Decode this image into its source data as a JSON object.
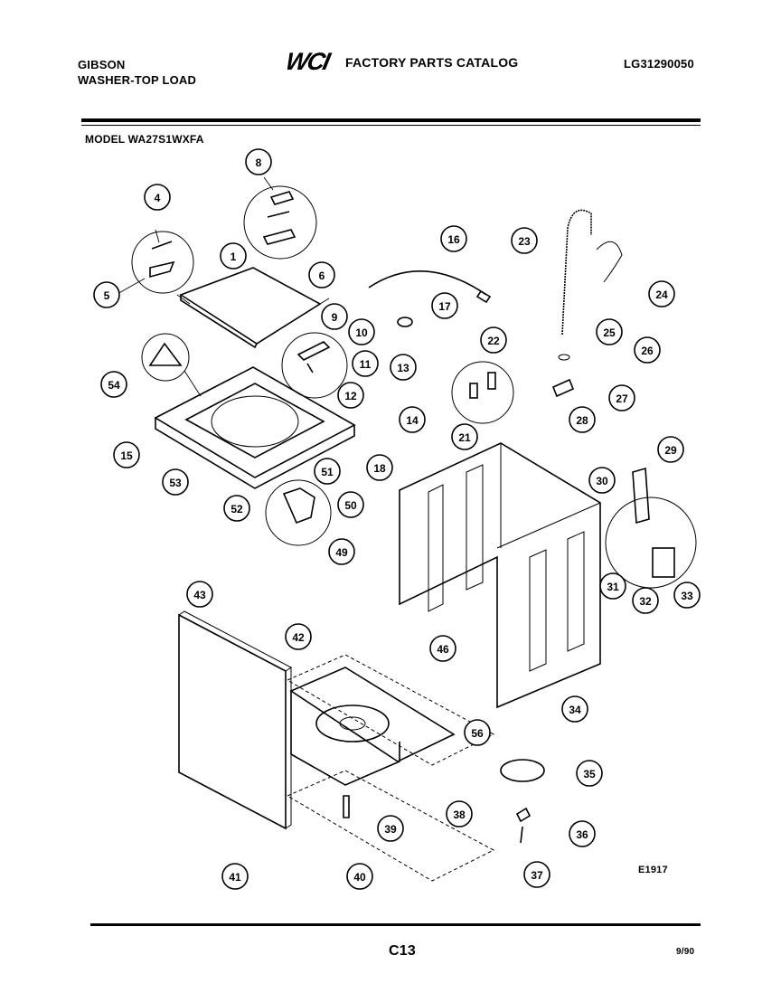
{
  "header": {
    "brand_line1": "GIBSON",
    "brand_line2": "WASHER-TOP LOAD",
    "logo": "WCI",
    "catalog_title": "FACTORY PARTS CATALOG",
    "catalog_number": "LG31290050",
    "model": "MODEL WA27S1WXFA"
  },
  "footer": {
    "page": "C13",
    "date": "9/90",
    "figure_id": "E1917"
  },
  "callouts": [
    {
      "id": "c1",
      "label": "1"
    },
    {
      "id": "c4",
      "label": "4"
    },
    {
      "id": "c5",
      "label": "5"
    },
    {
      "id": "c6",
      "label": "6"
    },
    {
      "id": "c8",
      "label": "8"
    },
    {
      "id": "c9",
      "label": "9"
    },
    {
      "id": "c10",
      "label": "10"
    },
    {
      "id": "c11",
      "label": "11"
    },
    {
      "id": "c12",
      "label": "12"
    },
    {
      "id": "c13",
      "label": "13"
    },
    {
      "id": "c14",
      "label": "14"
    },
    {
      "id": "c15",
      "label": "15"
    },
    {
      "id": "c16",
      "label": "16"
    },
    {
      "id": "c17",
      "label": "17"
    },
    {
      "id": "c18",
      "label": "18"
    },
    {
      "id": "c21",
      "label": "21"
    },
    {
      "id": "c22",
      "label": "22"
    },
    {
      "id": "c23",
      "label": "23"
    },
    {
      "id": "c24",
      "label": "24"
    },
    {
      "id": "c25",
      "label": "25"
    },
    {
      "id": "c26",
      "label": "26"
    },
    {
      "id": "c27",
      "label": "27"
    },
    {
      "id": "c28",
      "label": "28"
    },
    {
      "id": "c29",
      "label": "29"
    },
    {
      "id": "c30",
      "label": "30"
    },
    {
      "id": "c31",
      "label": "31"
    },
    {
      "id": "c32",
      "label": "32"
    },
    {
      "id": "c33",
      "label": "33"
    },
    {
      "id": "c34",
      "label": "34"
    },
    {
      "id": "c35",
      "label": "35"
    },
    {
      "id": "c36",
      "label": "36"
    },
    {
      "id": "c37",
      "label": "37"
    },
    {
      "id": "c38",
      "label": "38"
    },
    {
      "id": "c39",
      "label": "39"
    },
    {
      "id": "c40",
      "label": "40"
    },
    {
      "id": "c41",
      "label": "41"
    },
    {
      "id": "c42",
      "label": "42"
    },
    {
      "id": "c43",
      "label": "43"
    },
    {
      "id": "c46",
      "label": "46"
    },
    {
      "id": "c49",
      "label": "49"
    },
    {
      "id": "c50",
      "label": "50"
    },
    {
      "id": "c51",
      "label": "51"
    },
    {
      "id": "c52",
      "label": "52"
    },
    {
      "id": "c53",
      "label": "53"
    },
    {
      "id": "c54",
      "label": "54"
    },
    {
      "id": "c56",
      "label": "56"
    }
  ]
}
